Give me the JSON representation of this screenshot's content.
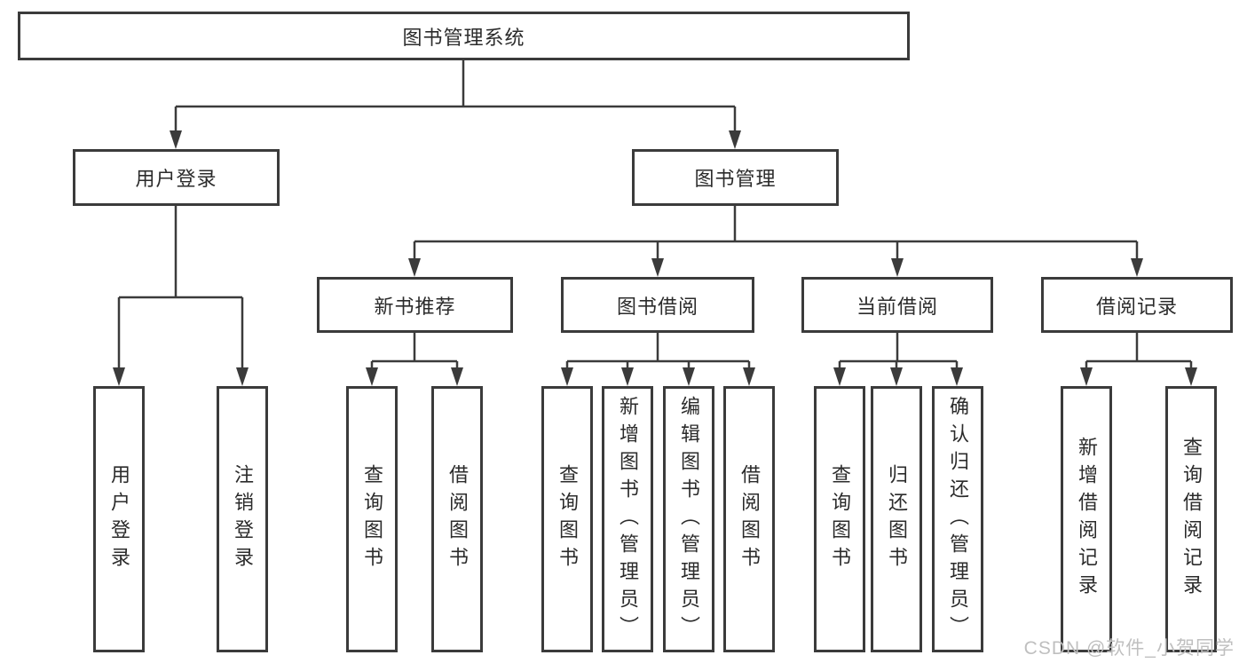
{
  "root": {
    "label": "图书管理系统"
  },
  "branches": {
    "user_login": {
      "label": "用户登录",
      "leaves": [
        "用户登录",
        "注销登录"
      ]
    },
    "book_mgmt": {
      "label": "图书管理",
      "groups": [
        {
          "label": "新书推荐",
          "leaves": [
            "查询图书",
            "借阅图书"
          ]
        },
        {
          "label": "图书借阅",
          "leaves": [
            "查询图书",
            "新增图书（管理员）",
            "编辑图书（管理员）",
            "借阅图书"
          ]
        },
        {
          "label": "当前借阅",
          "leaves": [
            "查询图书",
            "归还图书",
            "确认归还（管理员）"
          ]
        },
        {
          "label": "借阅记录",
          "leaves": [
            "新增借阅记录",
            "查询借阅记录"
          ]
        }
      ]
    }
  },
  "watermark": "CSDN @软件_小贺同学",
  "colors": {
    "line": "#3b3b3b",
    "text": "#2b2b2b",
    "watermark": "#bfbfbf",
    "background": "#ffffff"
  }
}
